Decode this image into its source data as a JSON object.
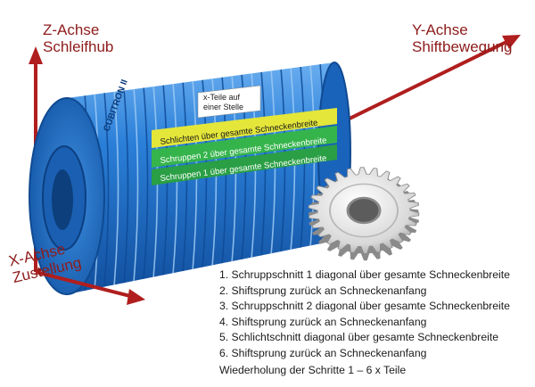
{
  "axes": {
    "z": "Z-Achse\nSchleifhub",
    "y": "Y-Achse\nShiftbewegung",
    "x": "X-Achse\nZustellung"
  },
  "worm": {
    "brand": "CUBITRON II",
    "callout": "x-Teile auf\neiner Stelle",
    "bands": [
      "Schlichten über gesamte Schneckenbreite",
      "Schruppen 2 über gesamte Schneckenbreite",
      "Schruppen 1 über gesamte Schneckenbreite"
    ]
  },
  "steps": [
    "1.  Schruppschnitt 1 diagonal über gesamte Schneckenbreite",
    "2.  Shiftsprung zurück an Schneckenanfang",
    "3.  Schruppschnitt 2 diagonal über gesamte Schneckenbreite",
    "4.  Shiftsprung zurück an Schneckenanfang",
    "5.  Schlichtschnitt diagonal über gesamte Schneckenbreite",
    "6.  Shiftsprung zurück an Schneckenanfang"
  ],
  "repeat_note": "Wiederholung der Schritte 1 – 6 x Teile",
  "colors": {
    "axis": "#b01e1e",
    "worm_blue": "#1f6fd0",
    "band_yellow": "#e4e63a",
    "band_green": "#2fae4a"
  }
}
